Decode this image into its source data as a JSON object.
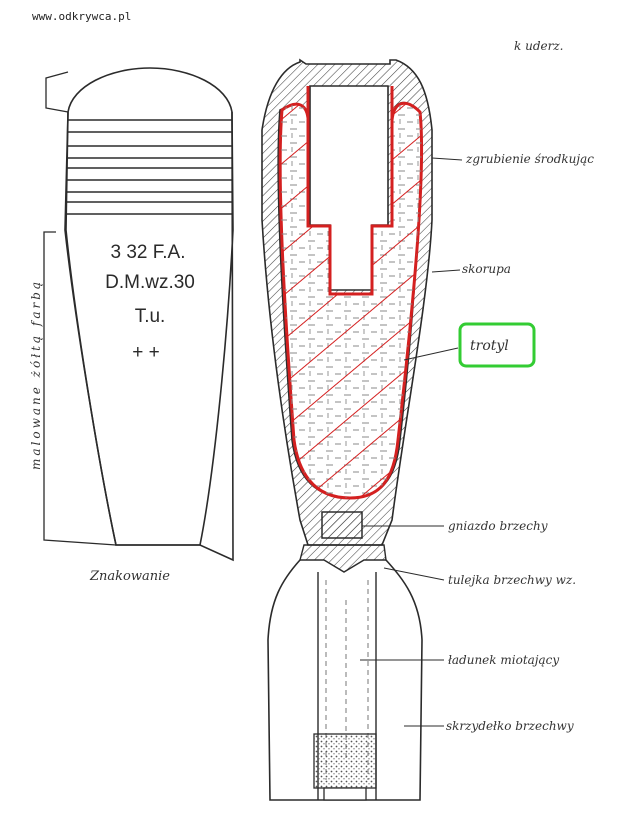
{
  "watermark": "www.odkrywca.pl",
  "top_note": "k uderz.",
  "left_view": {
    "paint_note": "malowane żółtą farbą",
    "markings": [
      "3  32  F.A.",
      "D.M.wz.30",
      "T.u.",
      "+ +"
    ],
    "caption": "Znakowanie"
  },
  "labels": {
    "centering": "zgrubienie środkując",
    "shell": "skorupa",
    "explosive": "trotyl",
    "fuze_seat": "gniazdo brzechy",
    "fuze_sleeve": "tulejka brzechwy wz.",
    "propellant": "ładunek miotający",
    "fin": "skrzydełko brzechwy"
  },
  "colors": {
    "explosive_outline": "#d42020",
    "highlight_box": "#33cc33",
    "line": "#2b2b2b"
  }
}
